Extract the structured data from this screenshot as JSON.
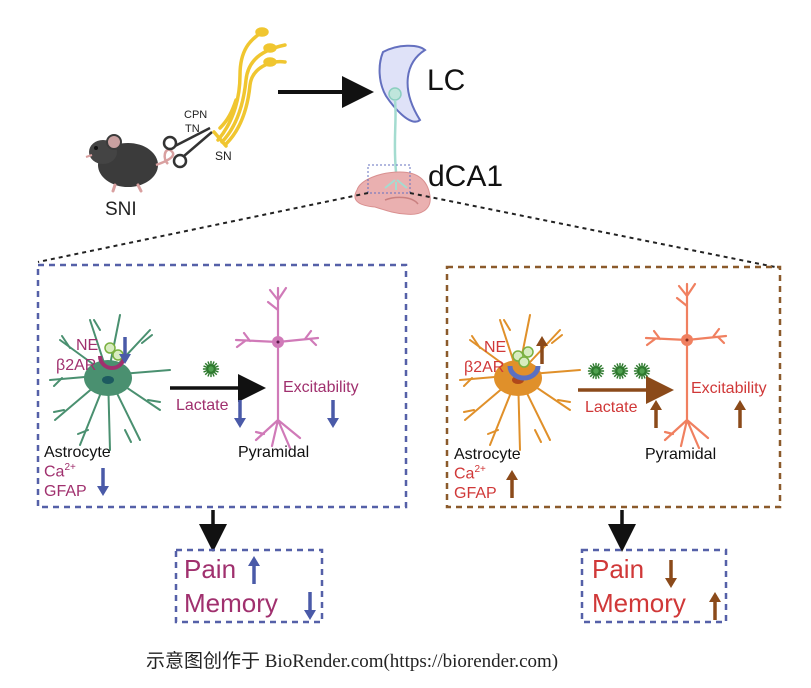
{
  "top": {
    "mouse_label": "SNI",
    "nerve_labels": [
      "CPN",
      "TN",
      "SN"
    ],
    "lc_label": "LC",
    "dca1_label": "dCA1"
  },
  "colors": {
    "left_panel_border": "#5560a8",
    "right_panel_border": "#8b5a2b",
    "left_label": "#a0306e",
    "right_label": "#d03838",
    "down_arrow_left": "#4a5aa8",
    "up_arrow_right": "#8b4a1a",
    "astrocyte_left": "#4a9070",
    "astrocyte_right": "#e0902a",
    "neuron_left": "#d07ab8",
    "neuron_right": "#f08060",
    "lactate_dot": "#2e7a2e"
  },
  "left_panel": {
    "ne_label": "NE",
    "receptor_label": "β2AR",
    "lactate_label": "Lactate",
    "excitability_label": "Excitability",
    "astrocyte_label": "Astrocyte",
    "ca_label": "Ca",
    "ca_sup": "2+",
    "gfap_label": "GFAP",
    "pyramidal_label": "Pyramidal",
    "ne_change": "down",
    "lactate_change": "down",
    "excitability_change": "down",
    "ca_gfap_change": "down",
    "lactate_dot_count": 1
  },
  "right_panel": {
    "ne_label": "NE",
    "receptor_label": "β2AR",
    "lactate_label": "Lactate",
    "excitability_label": "Excitability",
    "astrocyte_label": "Astrocyte",
    "ca_label": "Ca",
    "ca_sup": "2+",
    "gfap_label": "GFAP",
    "pyramidal_label": "Pyramidal",
    "ne_change": "up",
    "lactate_change": "up",
    "excitability_change": "up",
    "ca_gfap_change": "up",
    "lactate_dot_count": 3
  },
  "left_outcome": {
    "pain_label": "Pain",
    "pain_change": "up",
    "memory_label": "Memory",
    "memory_change": "down"
  },
  "right_outcome": {
    "pain_label": "Pain",
    "pain_change": "down",
    "memory_label": "Memory",
    "memory_change": "up"
  },
  "caption": "示意图创作于 BioRender.com(https://biorender.com)"
}
